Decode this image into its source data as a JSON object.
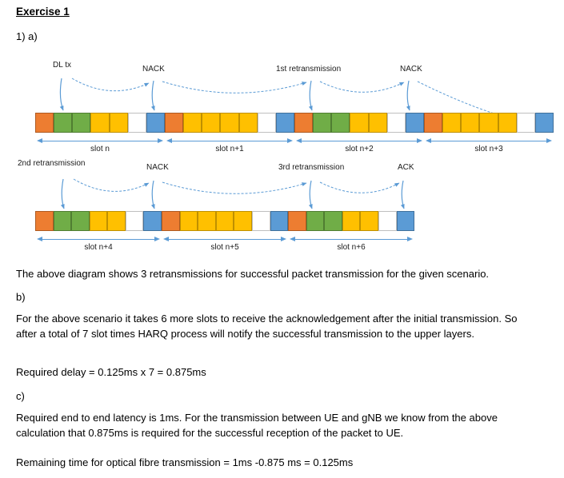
{
  "header": {
    "title": "Exercise 1",
    "part_a": "1) a)"
  },
  "diagram": {
    "row1": {
      "events": [
        "DL tx",
        "NACK",
        "1st retransmission",
        "NACK"
      ],
      "slots": [
        {
          "label": "slot n",
          "cells": [
            "orange",
            "green",
            "green",
            "yellow",
            "yellow",
            "white",
            "blue"
          ]
        },
        {
          "label": "slot n+1",
          "cells": [
            "orange",
            "yellow",
            "yellow",
            "yellow",
            "yellow",
            "white",
            "blue"
          ]
        },
        {
          "label": "slot n+2",
          "cells": [
            "orange",
            "green",
            "green",
            "yellow",
            "yellow",
            "white",
            "blue"
          ]
        },
        {
          "label": "slot n+3",
          "cells": [
            "orange",
            "yellow",
            "yellow",
            "yellow",
            "yellow",
            "white",
            "blue"
          ]
        }
      ]
    },
    "row2": {
      "events": [
        "2nd retransmission",
        "NACK",
        "3rd retransmission",
        "ACK"
      ],
      "slots": [
        {
          "label": "slot n+4",
          "cells": [
            "orange",
            "green",
            "green",
            "yellow",
            "yellow",
            "white",
            "blue"
          ]
        },
        {
          "label": "slot n+5",
          "cells": [
            "orange",
            "yellow",
            "yellow",
            "yellow",
            "yellow",
            "white",
            "blue"
          ]
        },
        {
          "label": "slot n+6",
          "cells": [
            "orange",
            "green",
            "green",
            "yellow",
            "yellow",
            "white",
            "blue"
          ]
        }
      ]
    },
    "colors": {
      "orange": "#ED7D31",
      "green": "#70AD47",
      "yellow": "#FFC000",
      "blue": "#5B9BD5",
      "white": "#FFFFFF",
      "arrow": "#5B9BD5"
    },
    "cell_borders": {
      "orange": "#AE5A21",
      "green": "#507E32",
      "yellow": "#BF9000",
      "blue": "#41719C",
      "white": "#BFBFBF"
    }
  },
  "content": {
    "caption": "The above diagram shows 3 retransmissions for successful packet transmission for the given scenario.",
    "b_label": "b)",
    "b_text": "For the above scenario it takes 6 more slots to receive the acknowledgement after the initial transmission. So after a total of 7 slot times HARQ process will notify the successful transmission to the upper layers.",
    "delay_formula": "Required delay = 0.125ms x 7 = 0.875ms",
    "c_label": "c)",
    "c_text": "Required end to end latency is 1ms. For the transmission between UE and gNB we know from the above calculation that 0.875ms is required for the successful reception of the packet to UE.",
    "fibre_formula": "Remaining time for optical fibre transmission = 1ms -0.875 ms = 0.125ms"
  }
}
